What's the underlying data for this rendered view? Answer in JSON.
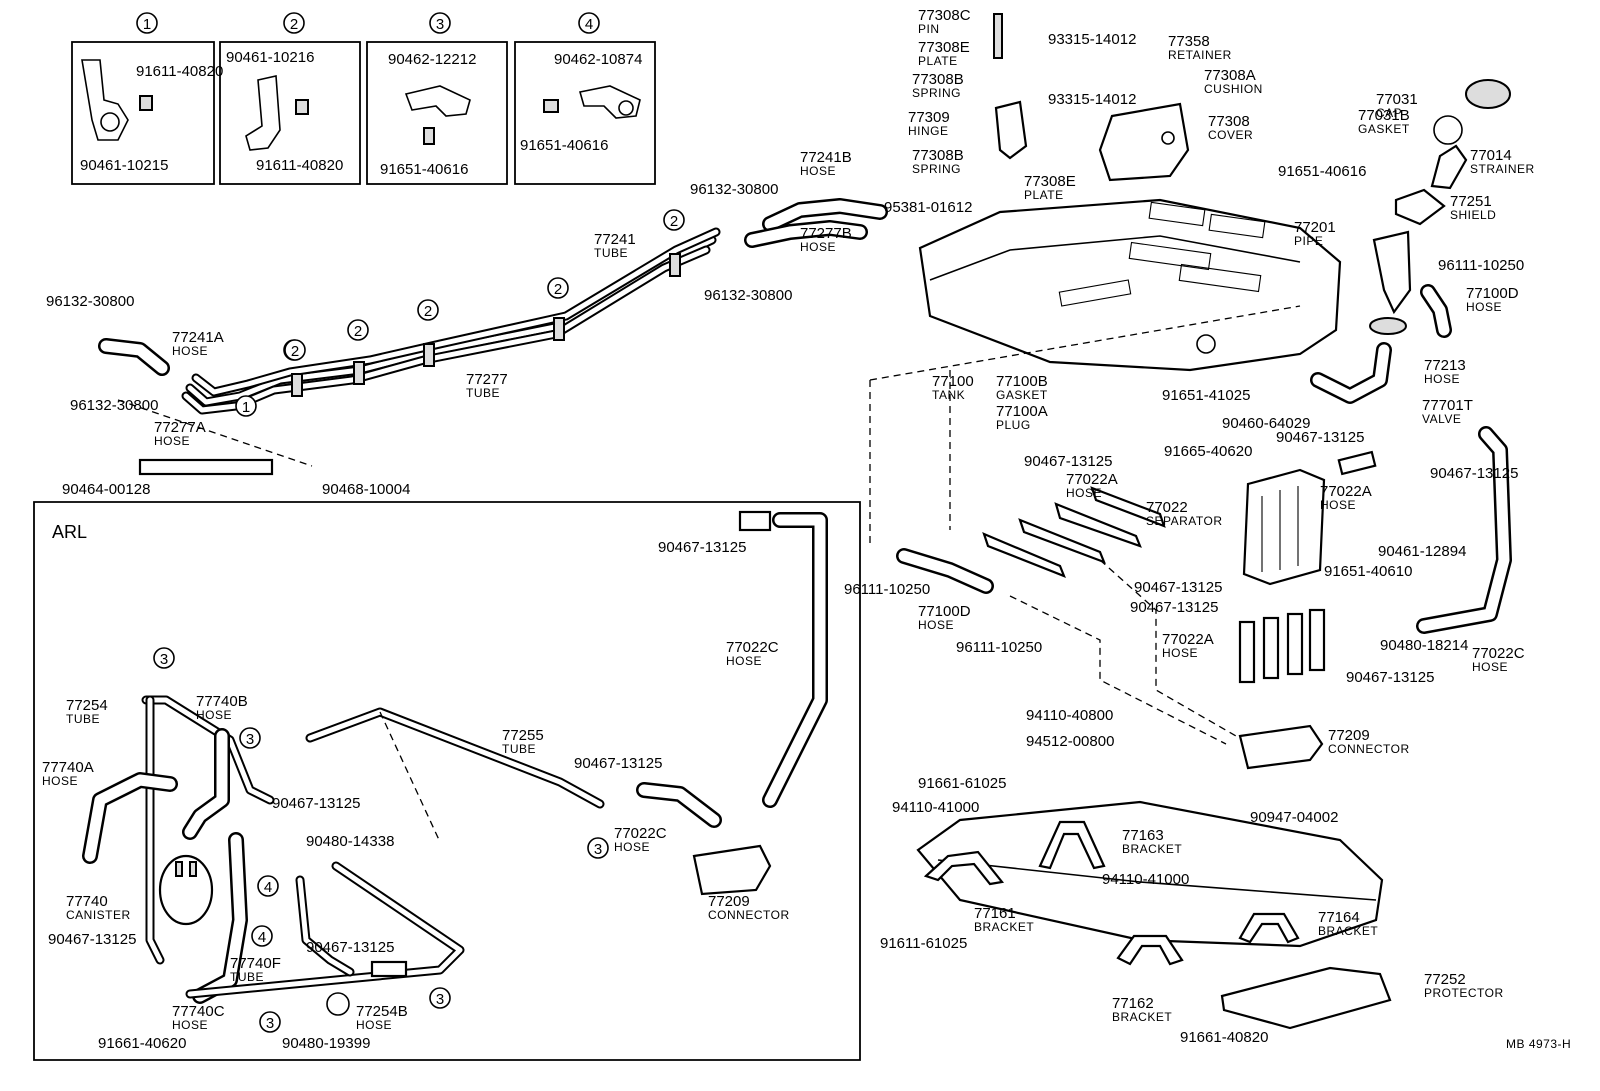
{
  "insets": [
    {
      "id": "1",
      "parts": [
        "91611-40820",
        "90461-10215"
      ]
    },
    {
      "id": "2",
      "parts": [
        "90461-10216",
        "91611-40820"
      ]
    },
    {
      "id": "3",
      "parts": [
        "90462-12212",
        "91651-40616"
      ]
    },
    {
      "id": "4",
      "parts": [
        "90462-10874",
        "91651-40616"
      ]
    }
  ],
  "arl_label": "ARL",
  "drawing_code": "MB  4973-H",
  "callouts": [
    {
      "no": "77308C",
      "name": "PIN"
    },
    {
      "no": "77308E",
      "name": "PLATE"
    },
    {
      "no": "77308B",
      "name": "SPRING"
    },
    {
      "no": "77309",
      "name": "HINGE"
    },
    {
      "no": "77308B",
      "name": "SPRING"
    },
    {
      "no": "93315-14012",
      "name": ""
    },
    {
      "no": "93315-14012",
      "name": ""
    },
    {
      "no": "77358",
      "name": "RETAINER"
    },
    {
      "no": "77308A",
      "name": "CUSHION"
    },
    {
      "no": "77308",
      "name": "COVER"
    },
    {
      "no": "77308E",
      "name": "PLATE"
    },
    {
      "no": "95381-01612",
      "name": ""
    },
    {
      "no": "77031",
      "name": "CAP"
    },
    {
      "no": "77031B",
      "name": "GASKET"
    },
    {
      "no": "91651-40616",
      "name": ""
    },
    {
      "no": "77014",
      "name": "STRAINER"
    },
    {
      "no": "77251",
      "name": "SHIELD"
    },
    {
      "no": "77201",
      "name": "PIPE"
    },
    {
      "no": "96111-10250",
      "name": ""
    },
    {
      "no": "77100D",
      "name": "HOSE"
    },
    {
      "no": "77213",
      "name": "HOSE"
    },
    {
      "no": "77701T",
      "name": "VALVE"
    },
    {
      "no": "77241B",
      "name": "HOSE"
    },
    {
      "no": "96132-30800",
      "name": ""
    },
    {
      "no": "96132-30800",
      "name": ""
    },
    {
      "no": "77277B",
      "name": "HOSE"
    },
    {
      "no": "77241",
      "name": "TUBE"
    },
    {
      "no": "96132-30800",
      "name": ""
    },
    {
      "no": "77241A",
      "name": "HOSE"
    },
    {
      "no": "77277",
      "name": "TUBE"
    },
    {
      "no": "96132-30800",
      "name": ""
    },
    {
      "no": "77277A",
      "name": "HOSE"
    },
    {
      "no": "90464-00128",
      "name": ""
    },
    {
      "no": "90468-10004",
      "name": ""
    },
    {
      "no": "77100",
      "name": "TANK"
    },
    {
      "no": "77100B",
      "name": "GASKET"
    },
    {
      "no": "77100A",
      "name": "PLUG"
    },
    {
      "no": "91651-41025",
      "name": ""
    },
    {
      "no": "90460-64029",
      "name": ""
    },
    {
      "no": "90467-13125",
      "name": ""
    },
    {
      "no": "90467-13125",
      "name": ""
    },
    {
      "no": "90467-13125",
      "name": ""
    },
    {
      "no": "91665-40620",
      "name": ""
    },
    {
      "no": "77022A",
      "name": "HOSE"
    },
    {
      "no": "77022",
      "name": "SEPARATOR"
    },
    {
      "no": "77022A",
      "name": "HOSE"
    },
    {
      "no": "90461-12894",
      "name": ""
    },
    {
      "no": "91651-40610",
      "name": ""
    },
    {
      "no": "90467-13125",
      "name": ""
    },
    {
      "no": "90467-13125",
      "name": ""
    },
    {
      "no": "96111-10250",
      "name": ""
    },
    {
      "no": "77100D",
      "name": "HOSE"
    },
    {
      "no": "96111-10250",
      "name": ""
    },
    {
      "no": "77022A",
      "name": "HOSE"
    },
    {
      "no": "90480-18214",
      "name": ""
    },
    {
      "no": "77022C",
      "name": "HOSE"
    },
    {
      "no": "90467-13125",
      "name": ""
    },
    {
      "no": "94110-40800",
      "name": ""
    },
    {
      "no": "94512-00800",
      "name": ""
    },
    {
      "no": "77209",
      "name": "CONNECTOR"
    },
    {
      "no": "90947-04002",
      "name": ""
    },
    {
      "no": "91661-61025",
      "name": ""
    },
    {
      "no": "94110-41000",
      "name": ""
    },
    {
      "no": "77163",
      "name": "BRACKET"
    },
    {
      "no": "94110-41000",
      "name": ""
    },
    {
      "no": "77161",
      "name": "BRACKET"
    },
    {
      "no": "77164",
      "name": "BRACKET"
    },
    {
      "no": "91611-61025",
      "name": ""
    },
    {
      "no": "77162",
      "name": "BRACKET"
    },
    {
      "no": "77252",
      "name": "PROTECTOR"
    },
    {
      "no": "91661-40820",
      "name": ""
    },
    {
      "no": "90467-13125",
      "name": ""
    },
    {
      "no": "77022C",
      "name": "HOSE"
    },
    {
      "no": "77254",
      "name": "TUBE"
    },
    {
      "no": "77740B",
      "name": "HOSE"
    },
    {
      "no": "77740A",
      "name": "HOSE"
    },
    {
      "no": "90467-13125",
      "name": ""
    },
    {
      "no": "77255",
      "name": "TUBE"
    },
    {
      "no": "90467-13125",
      "name": ""
    },
    {
      "no": "77022C",
      "name": "HOSE"
    },
    {
      "no": "90480-14338",
      "name": ""
    },
    {
      "no": "77209",
      "name": "CONNECTOR"
    },
    {
      "no": "77740",
      "name": "CANISTER"
    },
    {
      "no": "90467-13125",
      "name": ""
    },
    {
      "no": "90467-13125",
      "name": ""
    },
    {
      "no": "77740F",
      "name": "TUBE"
    },
    {
      "no": "77254B",
      "name": "HOSE"
    },
    {
      "no": "77740C",
      "name": "HOSE"
    },
    {
      "no": "91661-40620",
      "name": ""
    },
    {
      "no": "90480-19399",
      "name": ""
    }
  ],
  "refmarks": [
    "1",
    "2",
    "2",
    "2",
    "2",
    "2",
    "2",
    "3",
    "3",
    "3",
    "3",
    "3",
    "4",
    "4"
  ]
}
